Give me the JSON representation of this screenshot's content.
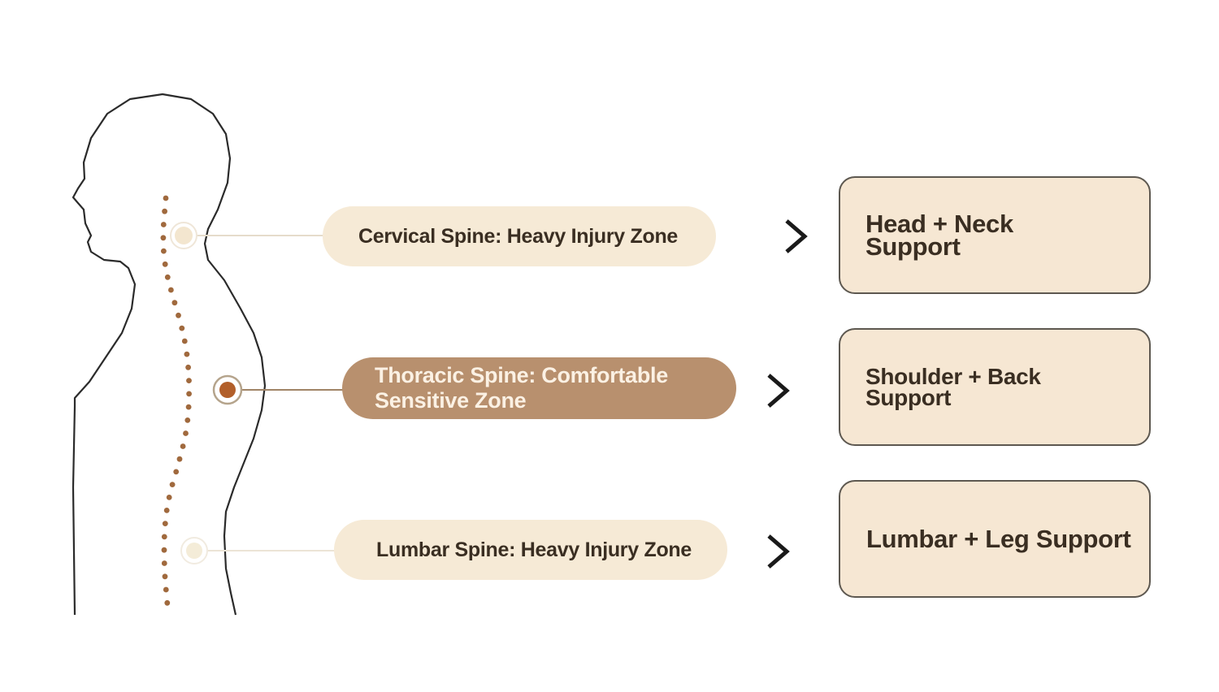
{
  "zones": [
    {
      "label": "Cervical Spine: Heavy Injury Zone",
      "support": "Head + Neck Support",
      "highlighted": false
    },
    {
      "label": "Thoracic Spine: Comfortable Sensitive Zone",
      "support": "Shoulder + Back Support",
      "highlighted": true
    },
    {
      "label": "Lumbar Spine: Heavy Injury Zone",
      "support": "Lumbar + Leg Support",
      "highlighted": false
    }
  ],
  "colors": {
    "outline": "#2b2b2b",
    "spine_dot": "#a0693d",
    "marker_active": "#b25f2a",
    "marker_inactive": "#f3e6cf",
    "pill_light": "#f6ead6",
    "pill_dark": "#b8906e",
    "box_fill": "#f6e7d3",
    "box_border": "#5d5850",
    "text_dark": "#3a2e22"
  },
  "icons": {
    "arrow": "chevron-right-icon"
  }
}
